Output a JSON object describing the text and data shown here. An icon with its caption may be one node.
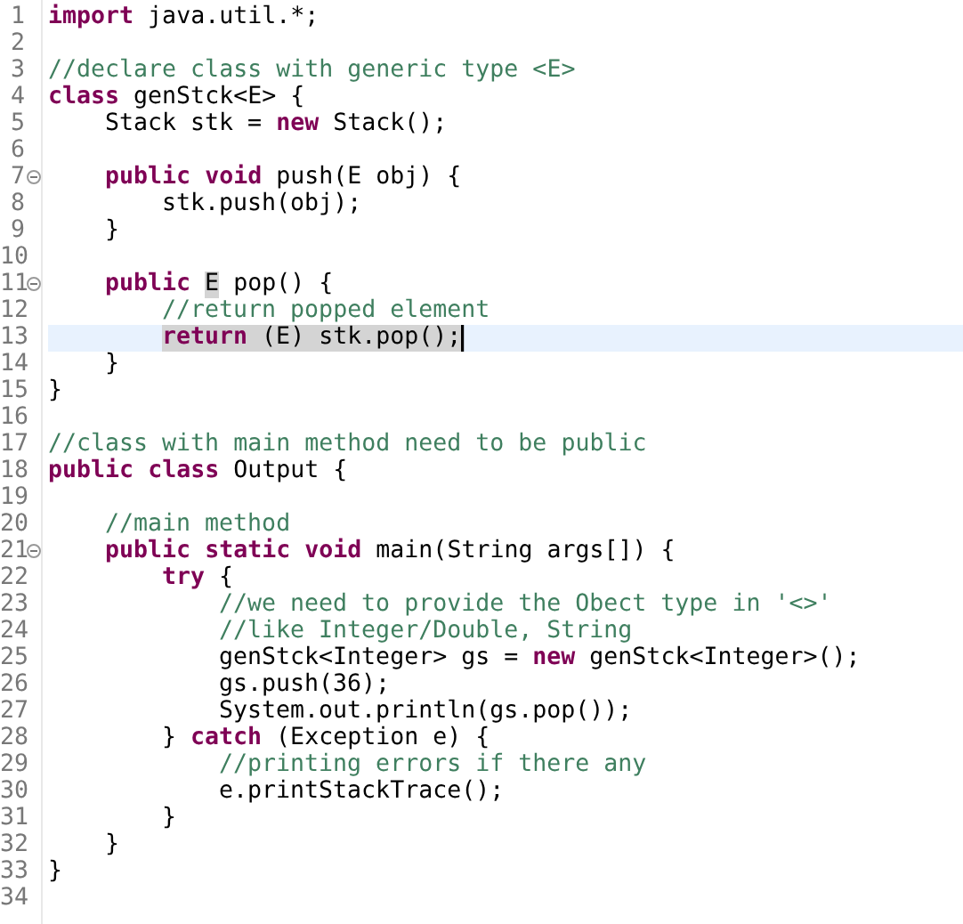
{
  "diagram": {
    "labels": [
      "1",
      "**import** java.util.*;",
      "2",
      "3",
      "//declare class with generic type <E>",
      "4",
      "**class** genStck<E> {",
      "5",
      "Stack stk = **new** Stack();",
      "6",
      "7",
      "**public** **void** push(E obj) {",
      "8",
      "stk.push(obj);",
      "9",
      "}",
      "10",
      "11",
      "**public** E pop() {",
      "12",
      "//return popped element",
      "13",
      "**return** (E) stk.pop();",
      "14",
      "}",
      "15",
      "}",
      "16",
      "17",
      "//class with main method need to be public",
      "18",
      "**public** **class** Output {",
      "19",
      "20",
      "//main method",
      "21",
      "**public** **static** **void** main(String args[]) {",
      "22",
      "**try** {",
      "23",
      "//we need to provide the Obect type in '<>'",
      "24",
      "//like Integer/Double, String",
      "25",
      "genStck<Integer> gs = **new** genStck<Integer>();",
      "26",
      "gs.push(36);",
      "27",
      "System.out.println(gs.pop());",
      "28",
      "} **catch** (Exception e) {",
      "29",
      "//printing errors if there any",
      "30",
      "e.printStackTrace();",
      "31",
      "}",
      "32",
      "}",
      "33",
      "}",
      "34"
    ]
  }
}
